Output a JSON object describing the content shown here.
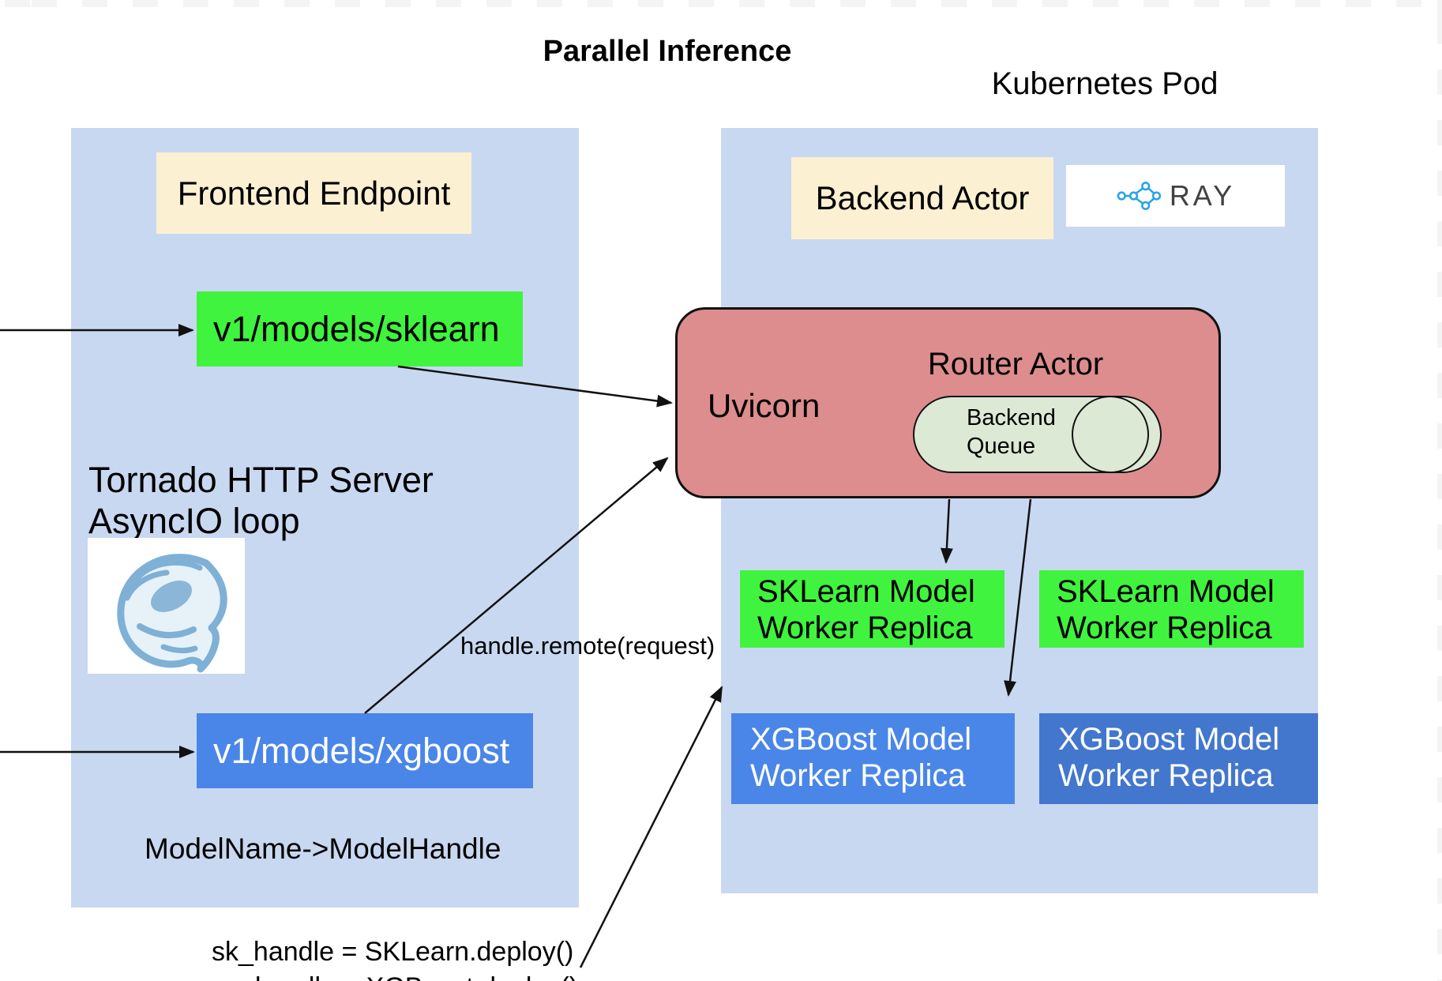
{
  "title": "Parallel Inference",
  "kubernetes_pod_label": "Kubernetes Pod",
  "left_panel": {
    "frontend_endpoint_label": "Frontend Endpoint",
    "sklearn_route": "v1/models/sklearn",
    "xgboost_route": "v1/models/xgboost",
    "tornado_caption_line1": "Tornado HTTP Server",
    "tornado_caption_line2": "AsyncIO loop",
    "tornado_icon": "tornado-swirl-icon",
    "model_map_label": "ModelName->ModelHandle"
  },
  "right_panel": {
    "backend_actor_label": "Backend Actor",
    "ray_logo": {
      "icon": "ray-network-icon",
      "text": "RAY"
    },
    "router": {
      "uvicorn_label": "Uvicorn",
      "router_actor_label": "Router Actor",
      "backend_queue_line1": "Backend",
      "backend_queue_line2": "Queue"
    },
    "sklearn_workers": [
      {
        "line1": "SKLearn Model",
        "line2": "Worker Replica"
      },
      {
        "line1": "SKLearn Model",
        "line2": "Worker Replica"
      }
    ],
    "xgboost_workers": [
      {
        "line1": "XGBoost Model",
        "line2": "Worker Replica"
      },
      {
        "line1": "XGBoost Model",
        "line2": "Worker Replica"
      }
    ]
  },
  "annotations": {
    "handle_remote": "handle.remote(request)",
    "deploy_line1": "sk_handle = SKLearn.deploy()",
    "deploy_line2": "xg_handle = XGBoost.deploy()"
  },
  "colors": {
    "panel_blue": "#c9d8f1",
    "label_cream": "#fcf0d2",
    "route_green": "#40f33e",
    "route_blue": "#4a86e8",
    "worker_blue_dark": "#4377cd",
    "router_pink": "#dd8d8d",
    "queue_green": "#dce9d5",
    "ray_blue": "#29a3e8",
    "checker_gray": "#f4f4f4",
    "arrow_black": "#111111"
  }
}
